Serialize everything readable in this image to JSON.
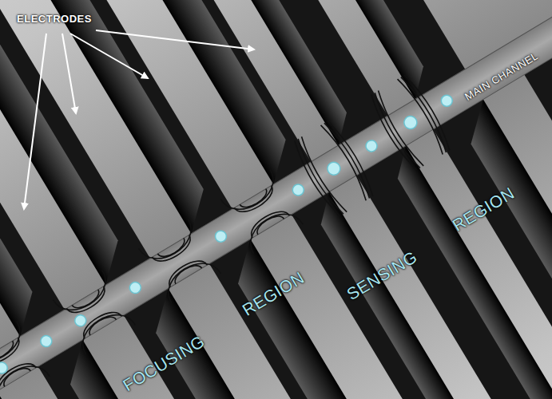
{
  "diagram": {
    "labels": [
      "ELECTRODES",
      "MAIN CHANNEL",
      "FOCUSING",
      "REGION",
      "SENSING",
      "REGION"
    ]
  }
}
